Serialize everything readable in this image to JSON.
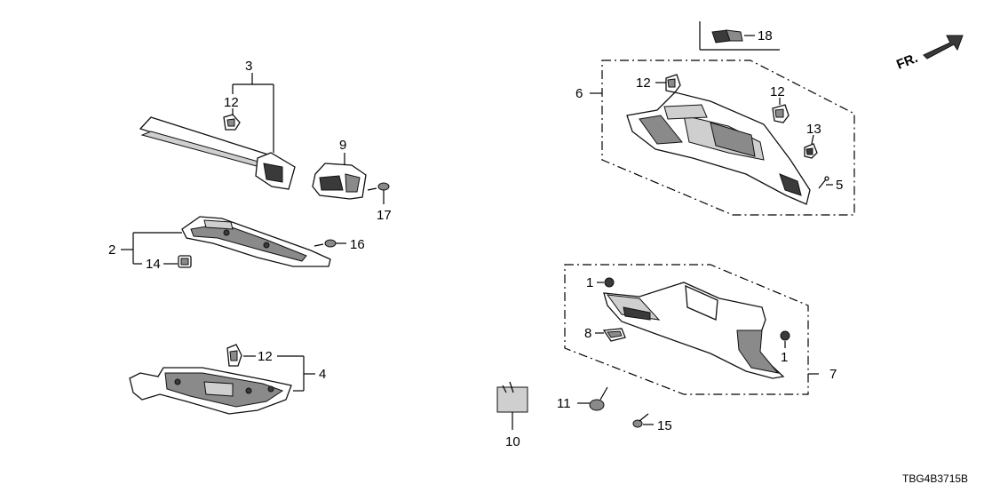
{
  "callouts": {
    "c1a": "1",
    "c1b": "1",
    "c2": "2",
    "c3": "3",
    "c4": "4",
    "c5": "5",
    "c6": "6",
    "c7": "7",
    "c8": "8",
    "c9": "9",
    "c10": "10",
    "c11": "11",
    "c12a": "12",
    "c12b": "12",
    "c12c": "12",
    "c12d": "12",
    "c13": "13",
    "c14": "14",
    "c15": "15",
    "c16": "16",
    "c17": "17",
    "c18": "18"
  },
  "direction_label": "FR.",
  "diagram_code": "TBG4B3715B"
}
